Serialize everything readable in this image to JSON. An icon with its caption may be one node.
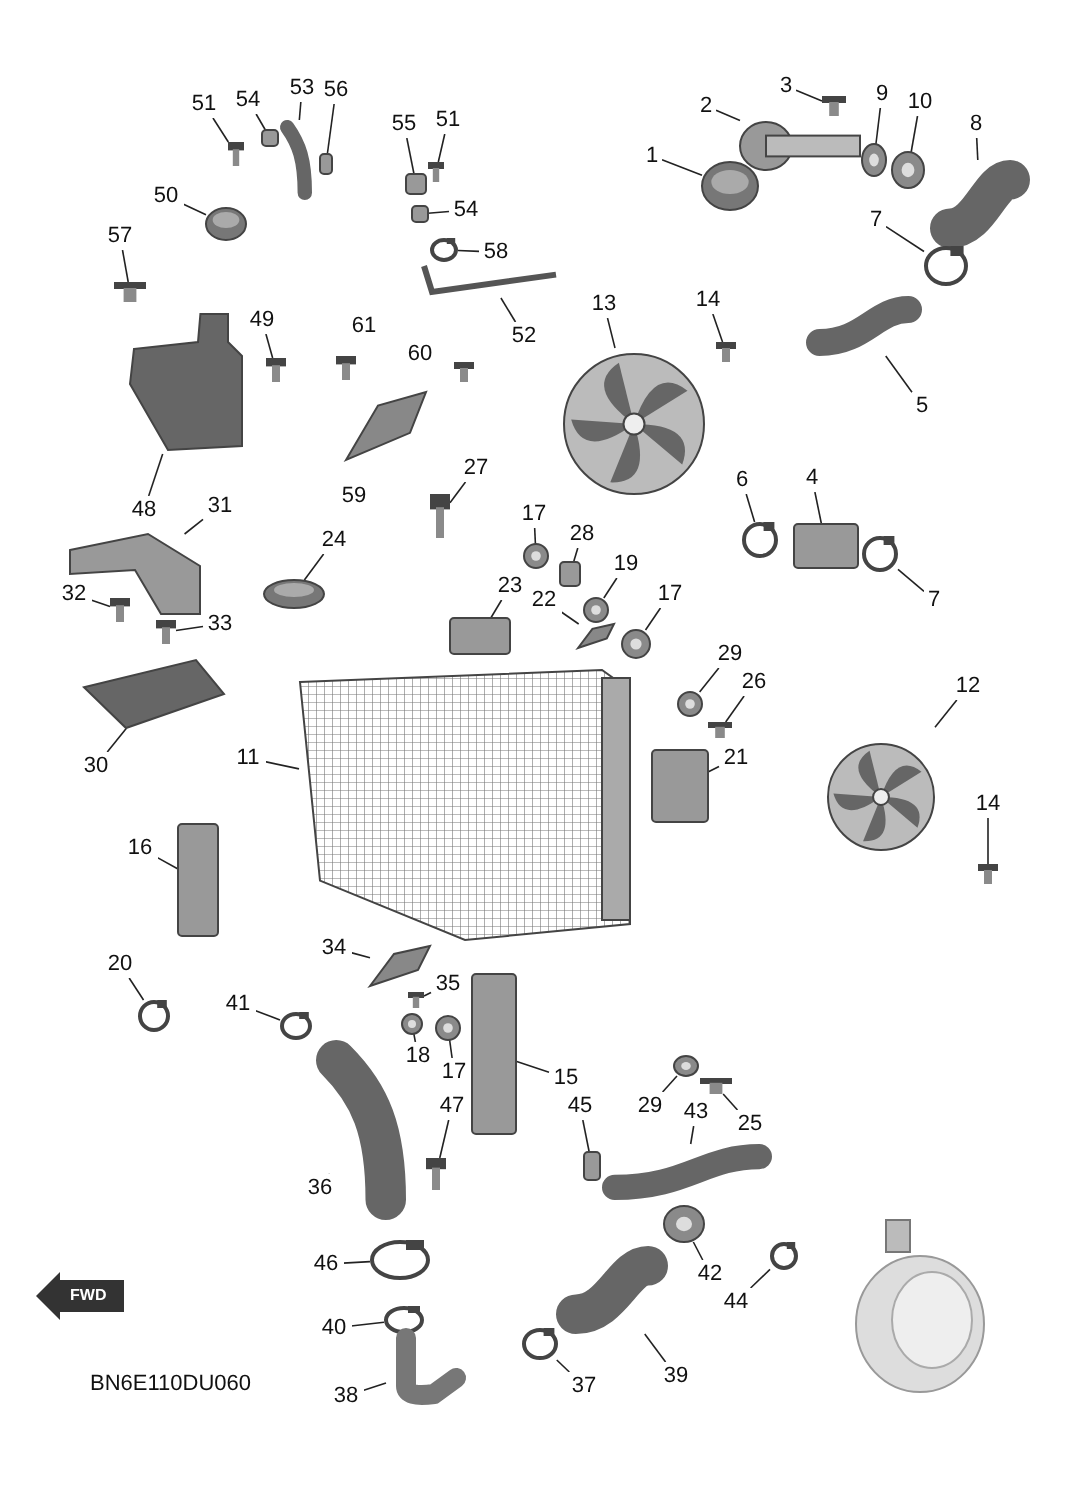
{
  "diagram": {
    "nodes": [
      {
        "text": [
          "1"
        ]
      },
      {
        "text": [],
        "shape": "picture"
      },
      {
        "text": [
          "2"
        ]
      },
      {
        "text": [],
        "shape": "picture"
      },
      {
        "text": [
          "3"
        ]
      },
      {
        "text": [],
        "shape": "picture"
      },
      {
        "text": [
          "9"
        ]
      },
      {
        "text": [],
        "shape": "picture"
      },
      {
        "text": [
          "10"
        ]
      },
      {
        "text": [],
        "shape": "picture"
      },
      {
        "text": [
          "8"
        ]
      },
      {
        "text": [],
        "shape": "picture"
      },
      {
        "text": [
          "7"
        ]
      },
      {
        "text": [],
        "shape": "circle"
      },
      {
        "text": [
          "13"
        ]
      },
      {
        "text": [],
        "shape": "picture"
      },
      {
        "text": [
          "14"
        ]
      },
      {
        "text": [],
        "shape": "picture"
      },
      {
        "text": [
          "5"
        ]
      },
      {
        "text": [],
        "shape": "picture"
      },
      {
        "text": [
          "6"
        ]
      },
      {
        "text": [],
        "shape": "circle"
      },
      {
        "text": [
          "4"
        ]
      },
      {
        "text": [],
        "shape": "box"
      },
      {
        "text": [
          "7"
        ]
      },
      {
        "text": [],
        "shape": "circle"
      },
      {
        "text": [
          "12"
        ]
      },
      {
        "text": [],
        "shape": "picture"
      },
      {
        "text": [
          "14"
        ]
      },
      {
        "text": [],
        "shape": "picture"
      },
      {
        "text": [
          "21"
        ]
      },
      {
        "text": [],
        "shape": "box"
      },
      {
        "text": [
          "29"
        ]
      },
      {
        "text": [],
        "shape": "picture"
      },
      {
        "text": [
          "26"
        ]
      },
      {
        "text": [],
        "shape": "picture"
      },
      {
        "text": [
          "17"
        ]
      },
      {
        "text": [],
        "shape": "picture"
      },
      {
        "text": [
          "19"
        ]
      },
      {
        "text": [],
        "shape": "picture"
      },
      {
        "text": [
          "22"
        ]
      },
      {
        "text": [],
        "shape": "picture"
      },
      {
        "text": [
          "28"
        ]
      },
      {
        "text": [],
        "shape": "box"
      },
      {
        "text": [
          "17"
        ]
      },
      {
        "text": [],
        "shape": "picture"
      },
      {
        "text": [
          "27"
        ]
      },
      {
        "text": [],
        "shape": "picture"
      },
      {
        "text": [
          "23"
        ]
      },
      {
        "text": [],
        "shape": "box"
      },
      {
        "text": [
          "24"
        ]
      },
      {
        "text": [],
        "shape": "picture"
      },
      {
        "text": [
          "31"
        ]
      },
      {
        "text": [],
        "shape": "picture"
      },
      {
        "text": [
          "32"
        ]
      },
      {
        "text": [],
        "shape": "picture"
      },
      {
        "text": [
          "33"
        ]
      },
      {
        "text": [],
        "shape": "picture"
      },
      {
        "text": [
          "30"
        ]
      },
      {
        "text": [],
        "shape": "picture"
      },
      {
        "text": [
          "11"
        ]
      },
      {
        "text": [],
        "shape": "picture"
      },
      {
        "text": [
          "16"
        ]
      },
      {
        "text": [],
        "shape": "box"
      },
      {
        "text": [
          "20"
        ]
      },
      {
        "text": [],
        "shape": "circle"
      },
      {
        "text": [
          "34"
        ]
      },
      {
        "text": [],
        "shape": "picture"
      },
      {
        "text": [
          "35"
        ]
      },
      {
        "text": [],
        "shape": "picture"
      },
      {
        "text": [
          "18"
        ]
      },
      {
        "text": [],
        "shape": "picture"
      },
      {
        "text": [
          "17"
        ]
      },
      {
        "text": [],
        "shape": "picture"
      },
      {
        "text": [
          "15"
        ]
      },
      {
        "text": [],
        "shape": "box"
      },
      {
        "text": [
          "41"
        ]
      },
      {
        "text": [],
        "shape": "circle"
      },
      {
        "text": [
          "36"
        ]
      },
      {
        "text": [],
        "shape": "picture"
      },
      {
        "text": [
          "47"
        ]
      },
      {
        "text": [],
        "shape": "picture"
      },
      {
        "text": [
          "46"
        ]
      },
      {
        "text": [],
        "shape": "circle"
      },
      {
        "text": [
          "40"
        ]
      },
      {
        "text": [],
        "shape": "circle"
      },
      {
        "text": [
          "38"
        ]
      },
      {
        "text": [],
        "shape": "picture"
      },
      {
        "text": [
          "37"
        ]
      },
      {
        "text": [],
        "shape": "circle"
      },
      {
        "text": [
          "39"
        ]
      },
      {
        "text": [],
        "shape": "picture"
      },
      {
        "text": [
          "42"
        ]
      },
      {
        "text": [],
        "shape": "picture"
      },
      {
        "text": [
          "44"
        ]
      },
      {
        "text": [],
        "shape": "circle"
      },
      {
        "text": [
          "43"
        ]
      },
      {
        "text": [],
        "shape": "picture"
      },
      {
        "text": [
          "45"
        ]
      },
      {
        "text": [],
        "shape": "box"
      },
      {
        "text": [
          "29"
        ]
      },
      {
        "text": [],
        "shape": "picture"
      },
      {
        "text": [
          "25"
        ]
      },
      {
        "text": [],
        "shape": "picture"
      },
      {
        "text": [
          "48"
        ]
      },
      {
        "text": [],
        "shape": "picture"
      },
      {
        "text": [
          "49"
        ]
      },
      {
        "text": [],
        "shape": "picture"
      },
      {
        "text": [
          "57"
        ]
      },
      {
        "text": [],
        "shape": "picture"
      },
      {
        "text": [
          "50"
        ]
      },
      {
        "text": [],
        "shape": "picture"
      },
      {
        "text": [
          "51"
        ]
      },
      {
        "text": [],
        "shape": "picture"
      },
      {
        "text": [
          "54"
        ]
      },
      {
        "text": [],
        "shape": "box"
      },
      {
        "text": [
          "53"
        ]
      },
      {
        "text": [],
        "shape": "picture"
      },
      {
        "text": [
          "56"
        ]
      },
      {
        "text": [],
        "shape": "box"
      },
      {
        "text": [
          "55"
        ]
      },
      {
        "text": [],
        "shape": "box"
      },
      {
        "text": [
          "51"
        ]
      },
      {
        "text": [],
        "shape": "picture"
      },
      {
        "text": [
          "54"
        ]
      },
      {
        "text": [],
        "shape": "box"
      },
      {
        "text": [
          "58"
        ]
      },
      {
        "text": [],
        "shape": "circle"
      },
      {
        "text": [
          "52"
        ]
      },
      {
        "text": [],
        "shape": "picture"
      },
      {
        "text": [
          "61"
        ]
      },
      {
        "text": [],
        "shape": "picture"
      },
      {
        "text": [
          "60"
        ]
      },
      {
        "text": [],
        "shape": "picture"
      },
      {
        "text": [
          "59"
        ]
      },
      {
        "text": [],
        "shape": "picture"
      }
    ],
    "edges": [
      {
        "from": 0,
        "to": 1,
        "arrow": "none"
      },
      {
        "from": 2,
        "to": 3,
        "arrow": "none"
      },
      {
        "from": 4,
        "to": 5,
        "arrow": "none"
      },
      {
        "from": 6,
        "to": 7,
        "arrow": "none"
      },
      {
        "from": 8,
        "to": 9,
        "arrow": "none"
      },
      {
        "from": 10,
        "to": 11,
        "arrow": "none"
      },
      {
        "from": 12,
        "to": 13,
        "arrow": "none"
      },
      {
        "from": 14,
        "to": 15,
        "arrow": "none"
      },
      {
        "from": 16,
        "to": 17,
        "arrow": "none"
      },
      {
        "from": 18,
        "to": 19,
        "arrow": "none"
      },
      {
        "from": 20,
        "to": 21,
        "arrow": "none"
      },
      {
        "from": 22,
        "to": 23,
        "arrow": "none"
      },
      {
        "from": 24,
        "to": 25,
        "arrow": "none"
      },
      {
        "from": 26,
        "to": 27,
        "arrow": "none"
      },
      {
        "from": 28,
        "to": 29,
        "arrow": "none"
      },
      {
        "from": 30,
        "to": 31,
        "arrow": "none"
      },
      {
        "from": 32,
        "to": 33,
        "arrow": "none"
      },
      {
        "from": 34,
        "to": 35,
        "arrow": "none"
      },
      {
        "from": 36,
        "to": 37,
        "arrow": "none"
      },
      {
        "from": 38,
        "to": 39,
        "arrow": "none"
      },
      {
        "from": 40,
        "to": 41,
        "arrow": "none"
      },
      {
        "from": 42,
        "to": 43,
        "arrow": "none"
      },
      {
        "from": 44,
        "to": 45,
        "arrow": "none"
      },
      {
        "from": 46,
        "to": 47,
        "arrow": "none"
      },
      {
        "from": 48,
        "to": 49,
        "arrow": "none"
      },
      {
        "from": 50,
        "to": 51,
        "arrow": "none"
      },
      {
        "from": 52,
        "to": 53,
        "arrow": "none"
      },
      {
        "from": 54,
        "to": 55,
        "arrow": "none"
      },
      {
        "from": 56,
        "to": 57,
        "arrow": "none"
      },
      {
        "from": 58,
        "to": 59,
        "arrow": "none"
      },
      {
        "from": 60,
        "to": 61,
        "arrow": "none"
      },
      {
        "from": 62,
        "to": 63,
        "arrow": "none"
      },
      {
        "from": 64,
        "to": 65,
        "arrow": "none"
      },
      {
        "from": 66,
        "to": 67,
        "arrow": "none"
      },
      {
        "from": 68,
        "to": 69,
        "arrow": "none"
      },
      {
        "from": 70,
        "to": 71,
        "arrow": "none"
      },
      {
        "from": 72,
        "to": 73,
        "arrow": "none"
      },
      {
        "from": 74,
        "to": 75,
        "arrow": "none"
      },
      {
        "from": 76,
        "to": 77,
        "arrow": "none"
      },
      {
        "from": 78,
        "to": 79,
        "arrow": "none"
      },
      {
        "from": 80,
        "to": 81,
        "arrow": "none"
      },
      {
        "from": 82,
        "to": 83,
        "arrow": "none"
      },
      {
        "from": 84,
        "to": 85,
        "arrow": "none"
      },
      {
        "from": 86,
        "to": 87,
        "arrow": "none"
      },
      {
        "from": 88,
        "to": 89,
        "arrow": "none"
      },
      {
        "from": 90,
        "to": 91,
        "arrow": "none"
      },
      {
        "from": 92,
        "to": 93,
        "arrow": "none"
      },
      {
        "from": 94,
        "to": 95,
        "arrow": "none"
      },
      {
        "from": 96,
        "to": 97,
        "arrow": "none"
      },
      {
        "from": 98,
        "to": 99,
        "arrow": "none"
      },
      {
        "from": 100,
        "to": 101,
        "arrow": "none"
      },
      {
        "from": 102,
        "to": 103,
        "arrow": "none"
      },
      {
        "from": 104,
        "to": 105,
        "arrow": "none"
      },
      {
        "from": 106,
        "to": 107,
        "arrow": "none"
      },
      {
        "from": 108,
        "to": 109,
        "arrow": "none"
      },
      {
        "from": 110,
        "to": 111,
        "arrow": "none"
      },
      {
        "from": 112,
        "to": 113,
        "arrow": "none"
      },
      {
        "from": 114,
        "to": 115,
        "arrow": "none"
      },
      {
        "from": 116,
        "to": 117,
        "arrow": "none"
      },
      {
        "from": 118,
        "to": 119,
        "arrow": "none"
      },
      {
        "from": 120,
        "to": 121,
        "arrow": "none"
      },
      {
        "from": 122,
        "to": 123,
        "arrow": "none"
      },
      {
        "from": 124,
        "to": 125,
        "arrow": "none"
      },
      {
        "from": 126,
        "to": 127,
        "arrow": "none"
      },
      {
        "from": 128,
        "to": 129,
        "arrow": "none"
      }
    ],
    "labels": [
      "FWD",
      "BN6E110DU060"
    ]
  }
}
